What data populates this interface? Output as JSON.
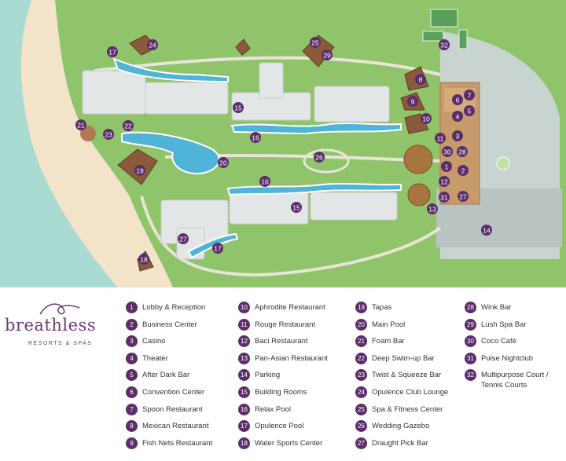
{
  "brand": {
    "name": "breathless",
    "tagline": "RESORTS & SPAS"
  },
  "colors": {
    "marker": "#5c2d6b",
    "grass": "#8fc46a",
    "sand": "#f2e3c9",
    "sea": "#a9dbd3",
    "building": "#e3e6e6",
    "pool": "#4fb4d8"
  },
  "legend": [
    {
      "num": "1",
      "label": "Lobby & Reception"
    },
    {
      "num": "2",
      "label": "Business Center"
    },
    {
      "num": "3",
      "label": "Casino"
    },
    {
      "num": "4",
      "label": "Theater"
    },
    {
      "num": "5",
      "label": "After Dark Bar"
    },
    {
      "num": "6",
      "label": "Convention Center"
    },
    {
      "num": "7",
      "label": "Spoon Restaurant"
    },
    {
      "num": "8",
      "label": "Mexican Restaurant"
    },
    {
      "num": "9",
      "label": "Fish Nets Restaurant"
    },
    {
      "num": "10",
      "label": "Aphrodite Restaurant"
    },
    {
      "num": "11",
      "label": "Rouge Restaurant"
    },
    {
      "num": "12",
      "label": "Baci Restaurant"
    },
    {
      "num": "13",
      "label": "Pan-Asian Restaurant"
    },
    {
      "num": "14",
      "label": "Parking"
    },
    {
      "num": "15",
      "label": "Building Rooms"
    },
    {
      "num": "16",
      "label": "Relax Pool"
    },
    {
      "num": "17",
      "label": "Opulence Pool"
    },
    {
      "num": "18",
      "label": "Water Sports Center"
    },
    {
      "num": "19",
      "label": "Tapas"
    },
    {
      "num": "20",
      "label": "Main Pool"
    },
    {
      "num": "21",
      "label": "Foam Bar"
    },
    {
      "num": "22",
      "label": "Deep Swim-up Bar"
    },
    {
      "num": "23",
      "label": "Twist & Squeeze Bar"
    },
    {
      "num": "24",
      "label": "Opulence Club Lounge"
    },
    {
      "num": "25",
      "label": "Spa & Fitness Center"
    },
    {
      "num": "26",
      "label": "Wedding Gazebo"
    },
    {
      "num": "27",
      "label": "Draught Pick Bar"
    },
    {
      "num": "28",
      "label": "Wink Bar"
    },
    {
      "num": "29",
      "label": "Lush Spa Bar"
    },
    {
      "num": "30",
      "label": "Coco Café"
    },
    {
      "num": "31",
      "label": "Pulse Nightclub"
    },
    {
      "num": "32",
      "label": "Multipurpose Court / Tennis Courts"
    }
  ],
  "markers": [
    "1",
    "2",
    "3",
    "4",
    "5",
    "6",
    "7",
    "8",
    "9",
    "10",
    "11",
    "12",
    "13",
    "14",
    "15",
    "15",
    "16",
    "16",
    "17",
    "17",
    "18",
    "19",
    "20",
    "21",
    "22",
    "23",
    "24",
    "25",
    "26",
    "27",
    "27",
    "28",
    "29",
    "30",
    "31",
    "32"
  ]
}
